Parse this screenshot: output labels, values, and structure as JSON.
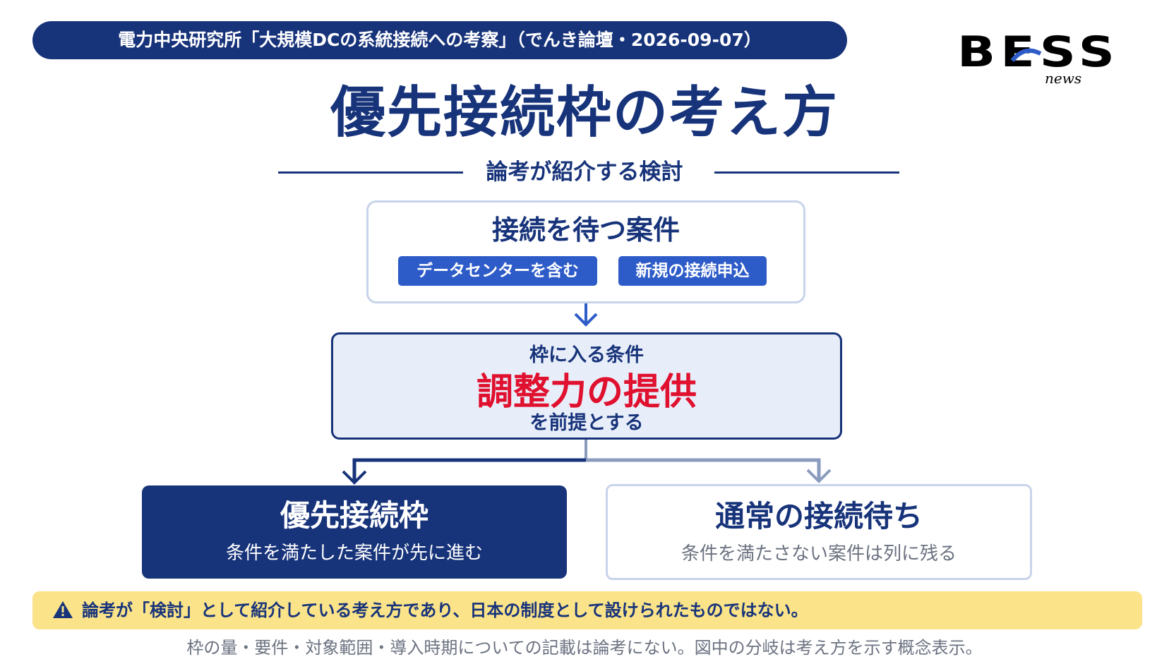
{
  "header": {
    "source_label": "電力中央研究所「大規模DCの系統接続への考察」（でんき論壇・2026-09-07）",
    "logo_text": "BESS",
    "logo_sub": "news"
  },
  "title": "優先接続枠の考え方",
  "subtitle": "論考が紹介する検討",
  "top_box": {
    "title": "接続を待つ案件",
    "chips": [
      "データセンターを含む",
      "新規の接続申込"
    ]
  },
  "middle_box": {
    "pre": "枠に入る条件",
    "main": "調整力の提供",
    "post": "を前提とする"
  },
  "outcomes": {
    "left": {
      "title": "優先接続枠",
      "sub": "条件を満たした案件が先に進む"
    },
    "right": {
      "title": "通常の接続待ち",
      "sub": "条件を満たさない案件は列に残る"
    }
  },
  "warning": {
    "icon": "warning-icon",
    "text": "論考が「検討」として紹介している考え方であり、日本の制度として設けられたものではない。"
  },
  "footnote": "枠の量・要件・対象範囲・導入時期についての記載は論考にない。図中の分岐は考え方を示す概念表示。",
  "colors": {
    "navy": "#17337a",
    "blue_chip": "#2d5bc8",
    "red": "#e0102f",
    "gray_branch": "#8a9bbd",
    "warning_bg": "#fbe389",
    "mid_box_bg": "#e8eef9"
  }
}
